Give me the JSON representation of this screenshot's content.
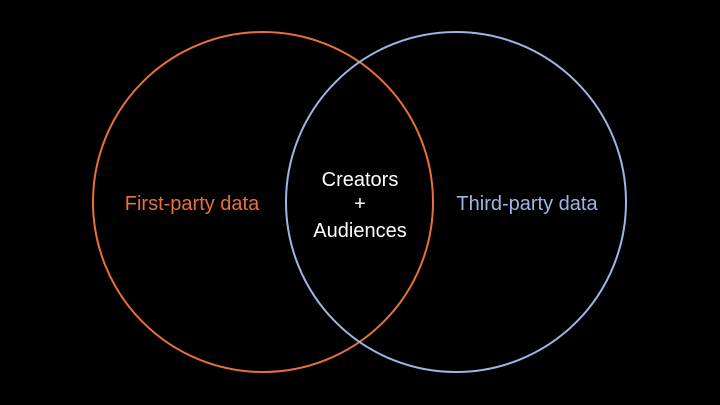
{
  "diagram": {
    "background": "#000000",
    "left_set": {
      "label": "First-party data",
      "color": "#E8703A"
    },
    "right_set": {
      "label": "Third-party data",
      "color": "#9DB6E5"
    },
    "intersection": {
      "lines": [
        "Creators",
        "+",
        "Audiences"
      ],
      "color": "#FFFFFF"
    }
  }
}
